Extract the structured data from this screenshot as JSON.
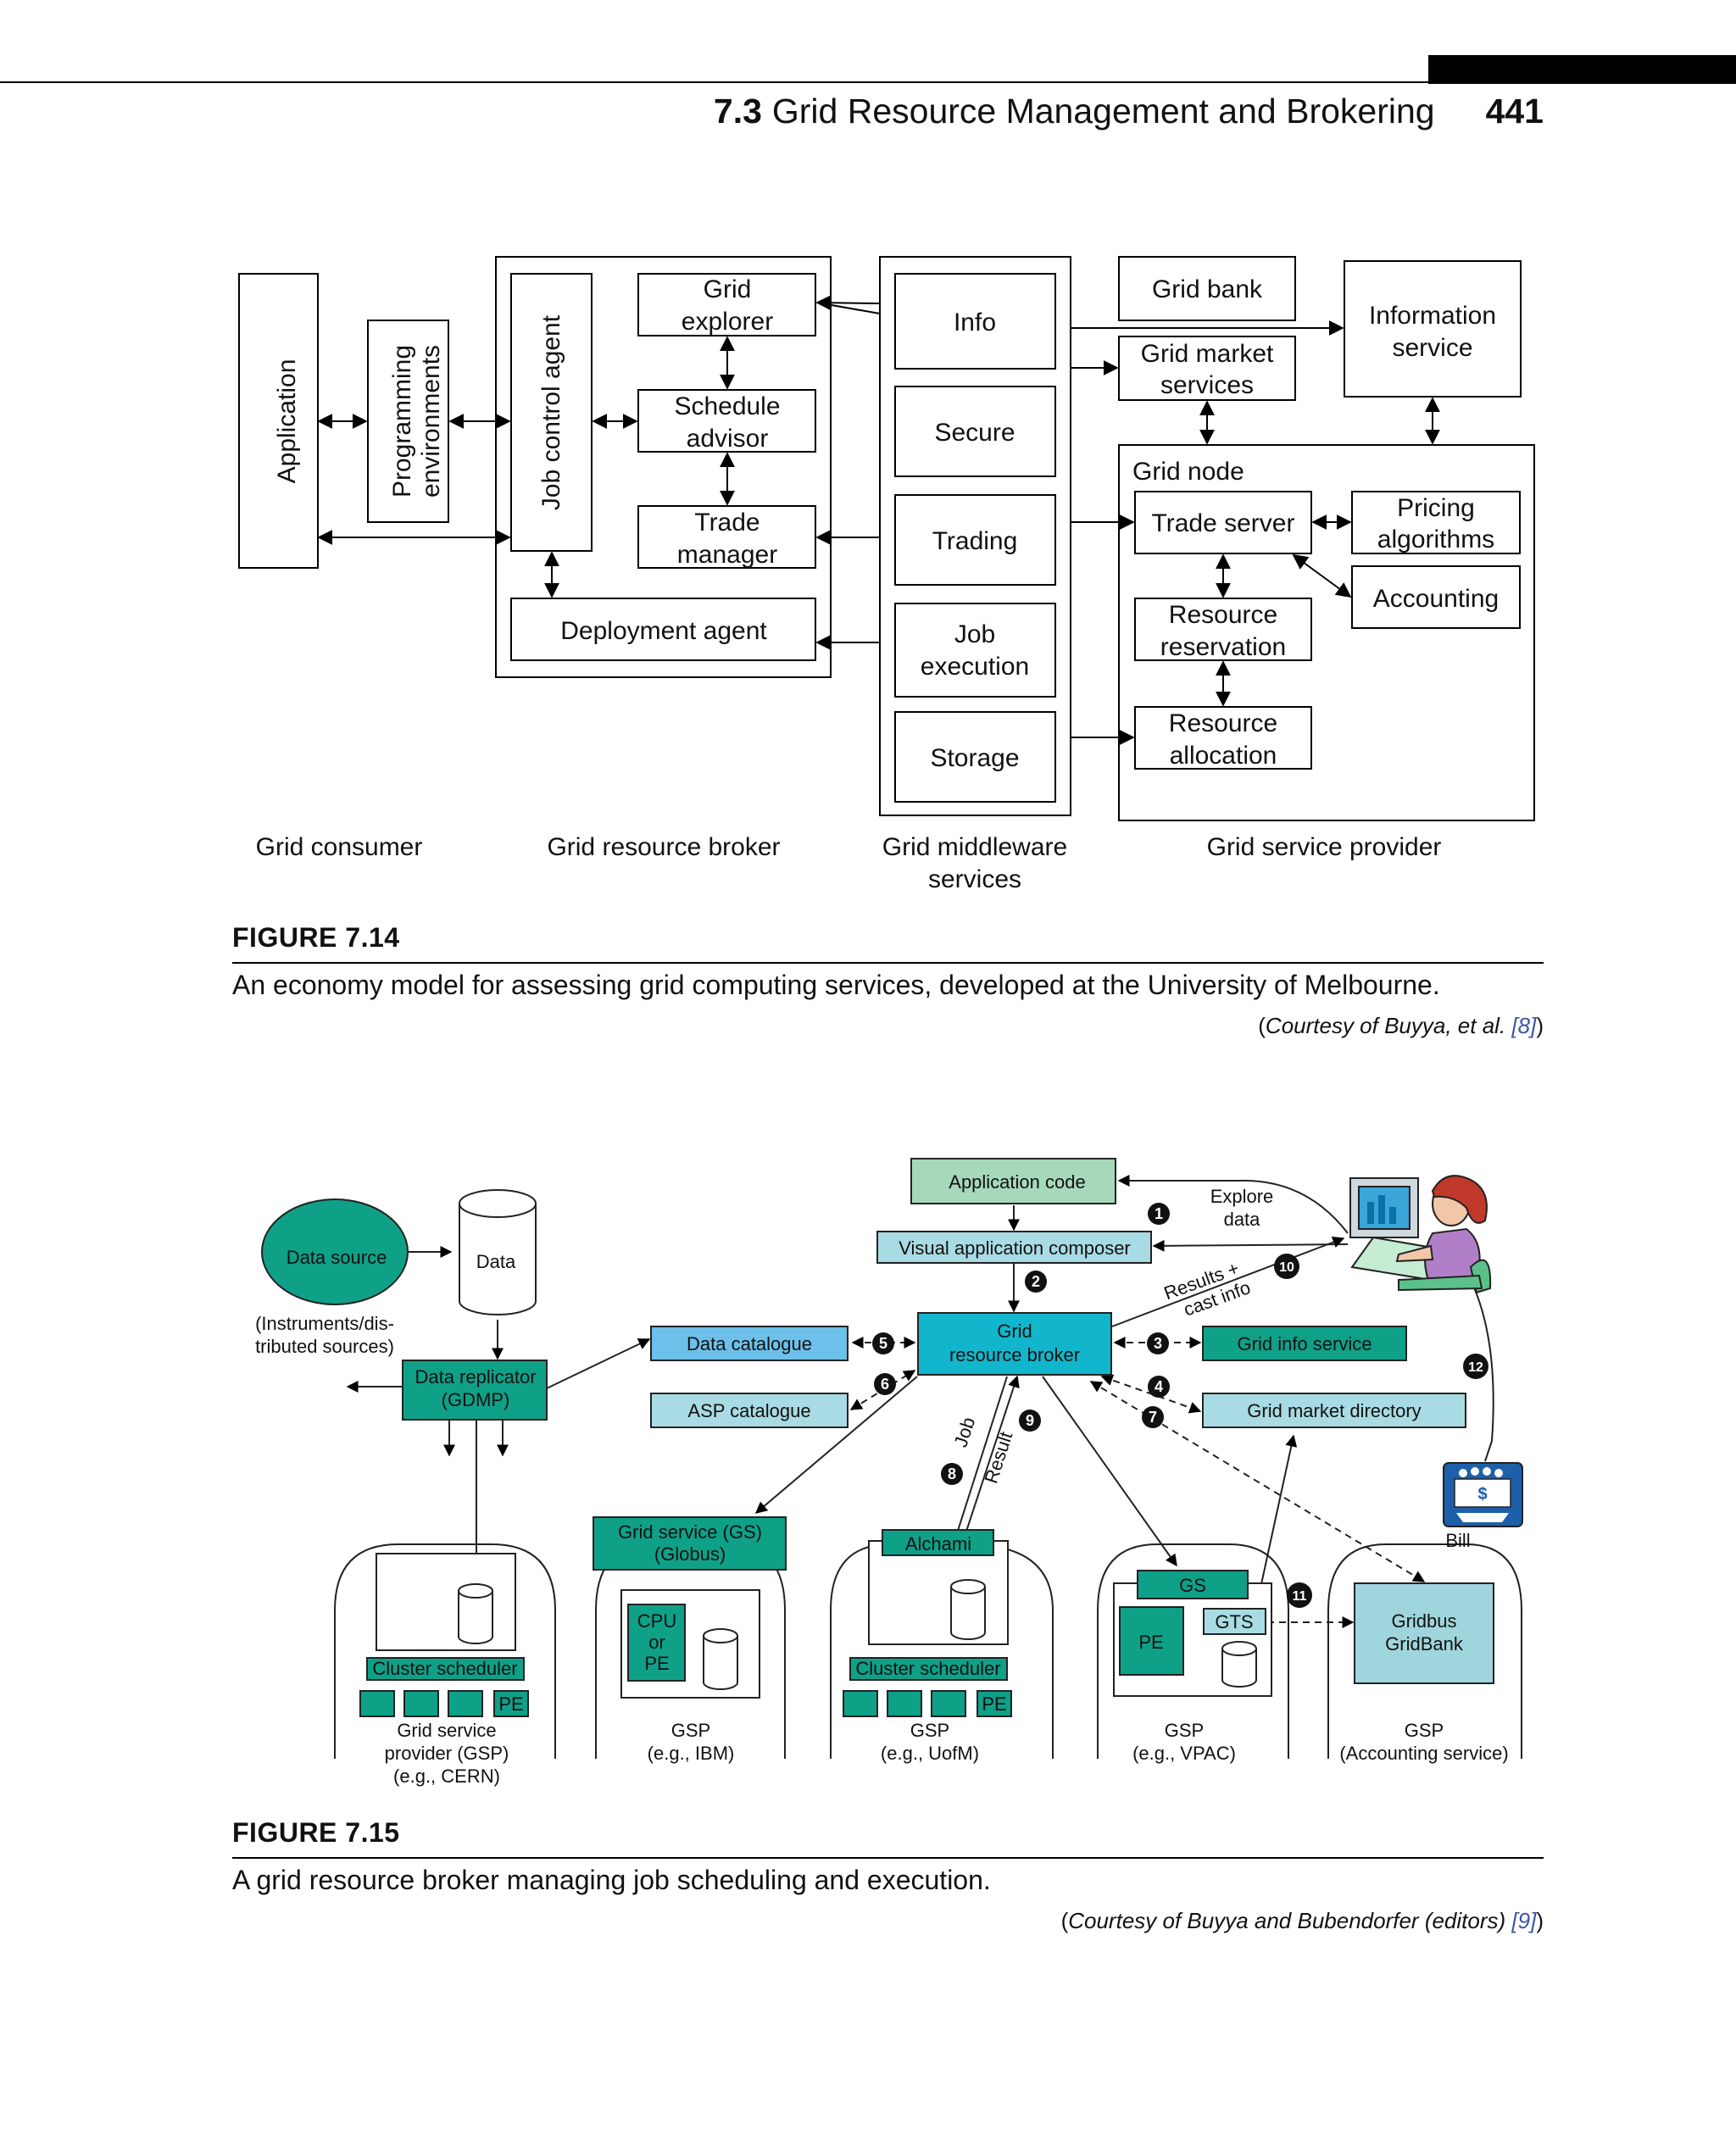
{
  "header": {
    "section": "7.3",
    "title": "Grid Resource Management and Brokering",
    "page": "441"
  },
  "fig14": {
    "application": "Application",
    "programming_env": [
      "Programming",
      "environments"
    ],
    "job_control_agent": "Job control agent",
    "grid_explorer": [
      "Grid",
      "explorer"
    ],
    "schedule_advisor": [
      "Schedule",
      "advisor"
    ],
    "trade_manager": [
      "Trade",
      "manager"
    ],
    "deployment_agent": "Deployment agent",
    "info": "Info",
    "secure": "Secure",
    "trading": "Trading",
    "job_execution": [
      "Job",
      "execution"
    ],
    "storage": "Storage",
    "grid_bank": "Grid bank",
    "grid_market_services": [
      "Grid market",
      "services"
    ],
    "information_service": [
      "Information",
      "service"
    ],
    "grid_node": "Grid node",
    "trade_server": "Trade server",
    "pricing_algorithms": [
      "Pricing",
      "algorithms"
    ],
    "accounting": "Accounting",
    "resource_reservation": [
      "Resource",
      "reservation"
    ],
    "resource_allocation": [
      "Resource",
      "allocation"
    ],
    "col_consumer": "Grid consumer",
    "col_broker": "Grid resource broker",
    "col_middleware": [
      "Grid middleware",
      "services"
    ],
    "col_provider": "Grid service provider"
  },
  "fig14_caption": {
    "label": "FIGURE 7.14",
    "text": "An economy model for assessing grid computing services, developed at the University of Melbourne.",
    "credit_prefix": "Courtesy of Buyya, et al.",
    "credit_ref": "[8]"
  },
  "fig15": {
    "data_source": "Data source",
    "data": "Data",
    "instruments": [
      "(Instruments/dis-",
      "tributed sources)"
    ],
    "data_replicator": [
      "Data replicator",
      "(GDMP)"
    ],
    "application_code": "Application code",
    "visual_composer": "Visual application composer",
    "explore_data": [
      "Explore",
      "data"
    ],
    "results": [
      "Results +",
      "cast info"
    ],
    "data_catalogue": "Data catalogue",
    "asp_catalogue": "ASP catalogue",
    "grid_broker": [
      "Grid",
      "resource broker"
    ],
    "grid_info_service": "Grid info service",
    "grid_market_directory": "Grid market directory",
    "job": "Job",
    "result": "Result",
    "bill": "Bill",
    "grid_service_globus": [
      "Grid service (GS)",
      "(Globus)"
    ],
    "alchami": "Alchami",
    "gs": "GS",
    "gts": "GTS",
    "pe": "PE",
    "cpu_or_pe": [
      "CPU",
      "or",
      "PE"
    ],
    "cluster_scheduler": "Cluster scheduler",
    "gridbus": [
      "Gridbus",
      "GridBank"
    ],
    "gsp_cern": [
      "Grid service",
      "provider (GSP)",
      "(e.g., CERN)"
    ],
    "gsp_ibm": [
      "GSP",
      "(e.g., IBM)"
    ],
    "gsp_uofm": [
      "GSP",
      "(e.g., UofM)"
    ],
    "gsp_vpac": [
      "GSP",
      "(e.g., VPAC)"
    ],
    "gsp_accounting": [
      "GSP",
      "(Accounting service)"
    ],
    "numbers": [
      "1",
      "2",
      "3",
      "4",
      "5",
      "6",
      "7",
      "8",
      "9",
      "10",
      "11",
      "12"
    ],
    "dollar": "$",
    "colors": {
      "teal": "#0fa088",
      "light_green": "#a6d9b9",
      "light_blue": "#a8dbe3",
      "cyan": "#12b6cc",
      "sky": "#6cc0ea",
      "gridbank": "#9fd5dc"
    }
  },
  "fig15_caption": {
    "label": "FIGURE 7.15",
    "text": "A grid resource broker managing job scheduling and execution.",
    "credit_prefix": "Courtesy of Buyya and Bubendorfer (editors)",
    "credit_ref": "[9]"
  }
}
